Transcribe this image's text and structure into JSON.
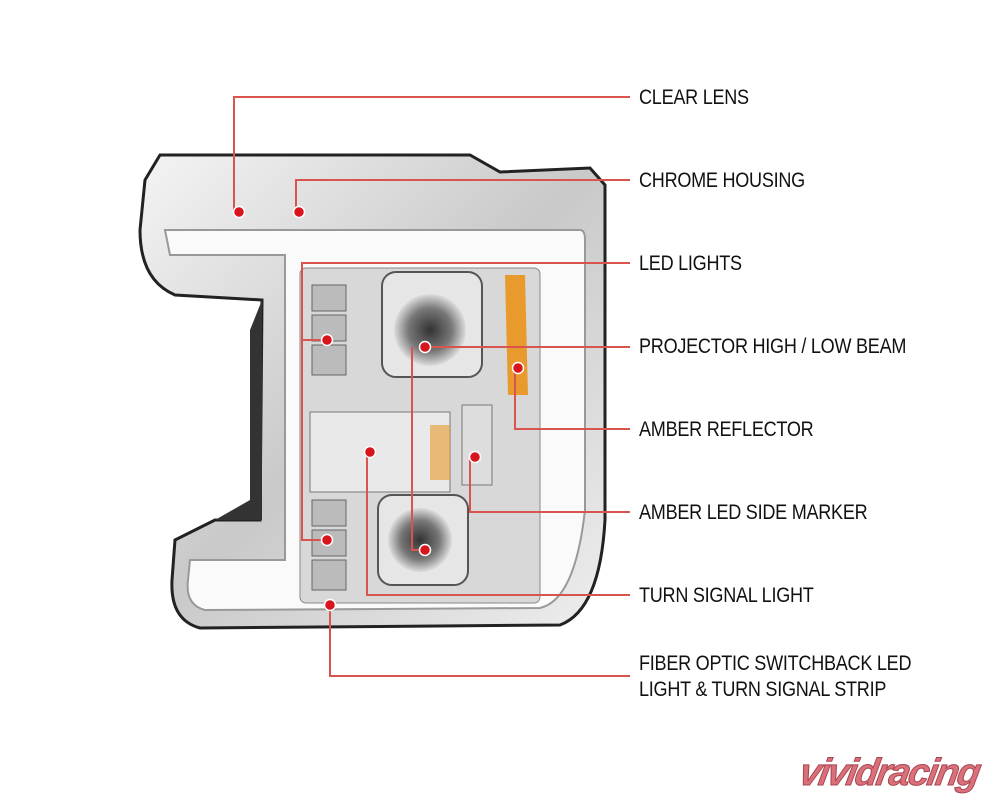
{
  "callouts": [
    {
      "label": "CLEAR LENS"
    },
    {
      "label": "CHROME HOUSING"
    },
    {
      "label": "LED LIGHTS"
    },
    {
      "label": "PROJECTOR HIGH / LOW BEAM"
    },
    {
      "label": "AMBER REFLECTOR"
    },
    {
      "label": "AMBER LED SIDE MARKER"
    },
    {
      "label": "TURN SIGNAL LIGHT"
    },
    {
      "label": "FIBER OPTIC SWITCHBACK LED",
      "label2": "LIGHT & TURN SIGNAL STRIP"
    }
  ],
  "watermark": "vividracing",
  "colors": {
    "callout": "#d9534f",
    "dot": "#d8141c",
    "amber": "#e89a2c"
  }
}
